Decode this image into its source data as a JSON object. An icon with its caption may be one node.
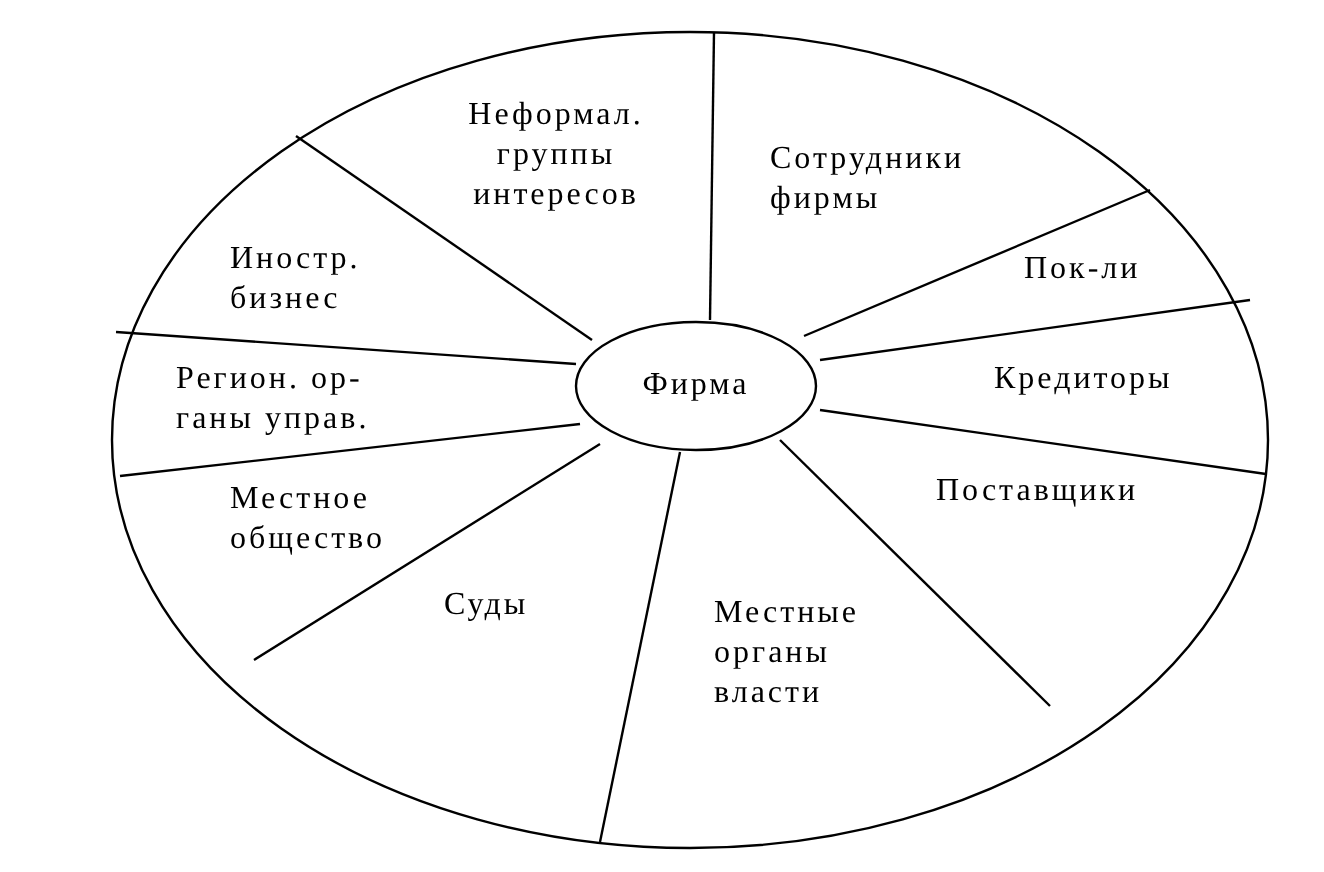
{
  "diagram": {
    "nodes": [
      {
        "text": [],
        "shape": "ellipse"
      },
      {
        "text": [
          "Неформал. группы интересов"
        ],
        "in": 0
      },
      {
        "text": [
          "Сотрудники фирмы"
        ],
        "in": 0
      },
      {
        "text": [
          "Пок-ли"
        ],
        "in": 0
      },
      {
        "text": [
          "Кредиторы"
        ],
        "in": 0
      },
      {
        "text": [
          "Поставщики"
        ],
        "in": 0
      },
      {
        "text": [
          "Местные органы власти"
        ],
        "in": 0
      },
      {
        "text": [
          "Суды"
        ],
        "in": 0
      },
      {
        "text": [
          "Местное общество"
        ],
        "in": 0
      },
      {
        "text": [
          "Регион. ор- ганы управ."
        ],
        "in": 0
      },
      {
        "text": [
          "Иностр. бизнес"
        ],
        "in": 0
      },
      {
        "text": [
          "Фирма"
        ],
        "in": 0
      }
    ]
  }
}
